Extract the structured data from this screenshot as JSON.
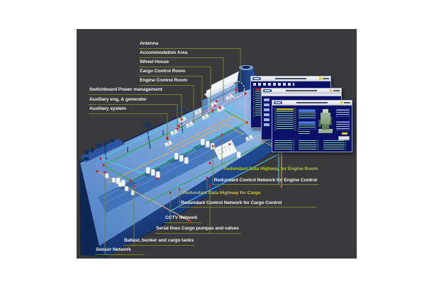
{
  "canvas": {
    "bg": "#ffffff",
    "panel_bg": "#3a3a3c"
  },
  "labels": {
    "top": [
      "Antenna",
      "Accommodation Area",
      "Wheel House",
      "Cargo Control Room",
      "Engine Control Room"
    ],
    "left": [
      "Switchboard Power management",
      "Auxiliary eng, & generator",
      "Auxiliary system"
    ],
    "engine": {
      "highway": "Redundant Data Highway for Engine Room",
      "control": "Redundant Control Network for Engine Control"
    },
    "cargo": {
      "highway": "Redundant Data Highway for Cargo",
      "control": "Redundant Control Network for Cargo Control"
    },
    "bottom": [
      "CCTV Network",
      "Serial lines Cargo pumpas and valves",
      "Ballast, bunker and cargo tanks",
      "Sensor Network"
    ]
  },
  "colors": {
    "label_text": "#eeeeec",
    "leader_line": "#75802f",
    "engine_highway_text": "#a9c62c",
    "cargo_highway_text": "#cdbf2a",
    "network_cyan": "#4ec9f0",
    "network_green": "#2fae3f",
    "network_pink": "#ef9ecb",
    "network_orange": "#e0a658",
    "network_tan": "#d9ad62",
    "junction_red": "#e41414",
    "ship_hull": "#2a5cae",
    "ship_deck": "#7fb0e2"
  },
  "hmi_windows": {
    "count": 3,
    "logo_icon": "samsung-logo",
    "titlebar_color": "#ededed",
    "body_color": "#0c1168",
    "alarm_header_red": "#b23030",
    "alarm_header_yellow": "#b7a928",
    "row_text_green": "#86d88e",
    "accent_yellow": "#e8c52a"
  }
}
